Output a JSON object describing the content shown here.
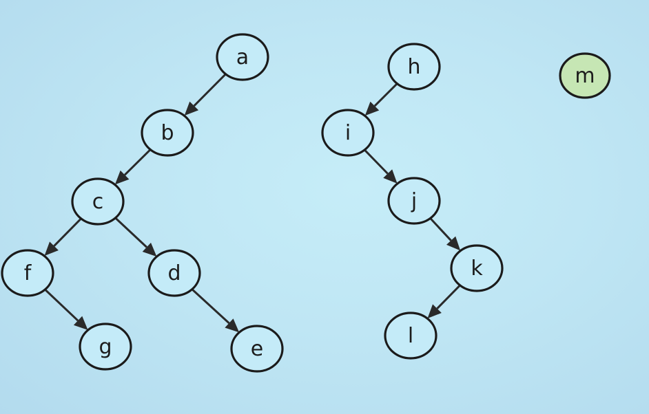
{
  "graph": {
    "colors": {
      "node_fill": "#c4ebf8",
      "highlight_fill": "#c6e6b4",
      "stroke": "#1b1b1b",
      "edge": "#2a2a2a"
    },
    "nodes": [
      {
        "id": "a",
        "label": "a",
        "highlight": false
      },
      {
        "id": "b",
        "label": "b",
        "highlight": false
      },
      {
        "id": "c",
        "label": "c",
        "highlight": false
      },
      {
        "id": "f",
        "label": "f",
        "highlight": false
      },
      {
        "id": "d",
        "label": "d",
        "highlight": false
      },
      {
        "id": "g",
        "label": "g",
        "highlight": false
      },
      {
        "id": "e",
        "label": "e",
        "highlight": false
      },
      {
        "id": "h",
        "label": "h",
        "highlight": false
      },
      {
        "id": "i",
        "label": "i",
        "highlight": false
      },
      {
        "id": "j",
        "label": "j",
        "highlight": false
      },
      {
        "id": "k",
        "label": "k",
        "highlight": false
      },
      {
        "id": "l",
        "label": "l",
        "highlight": false
      },
      {
        "id": "m",
        "label": "m",
        "highlight": true
      }
    ],
    "edges": [
      {
        "from": "a",
        "to": "b"
      },
      {
        "from": "b",
        "to": "c"
      },
      {
        "from": "c",
        "to": "f"
      },
      {
        "from": "c",
        "to": "d"
      },
      {
        "from": "f",
        "to": "g"
      },
      {
        "from": "d",
        "to": "e"
      },
      {
        "from": "h",
        "to": "i"
      },
      {
        "from": "i",
        "to": "j"
      },
      {
        "from": "j",
        "to": "k"
      },
      {
        "from": "k",
        "to": "l"
      }
    ]
  }
}
